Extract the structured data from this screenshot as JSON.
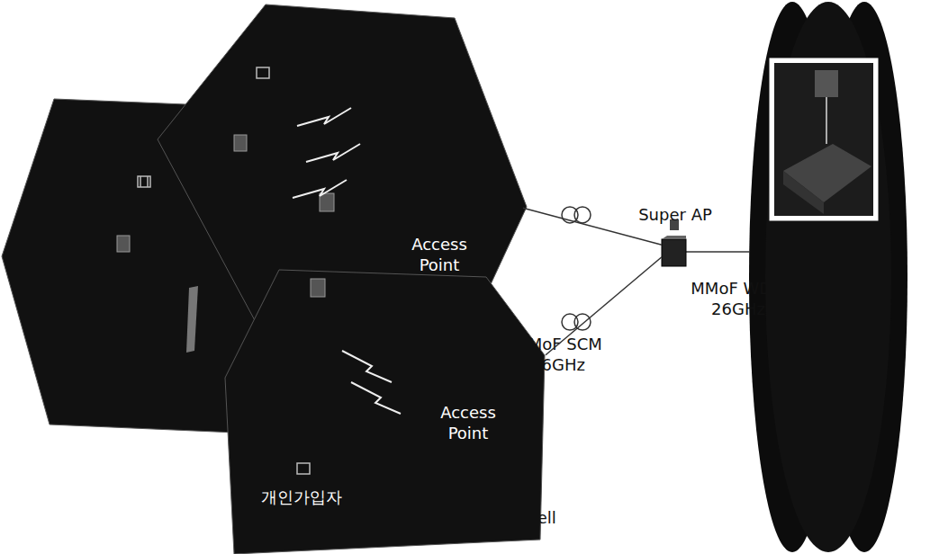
{
  "diagram": {
    "nodes": [
      {
        "text": [
          "Access Point"
        ]
      },
      {
        "text": [
          "Access Point",
          "개인가입자"
        ]
      },
      {
        "text": [
          "Super AP"
        ]
      }
    ],
    "edges": [
      {
        "from": 0,
        "to": 2,
        "arrow": "none"
      },
      {
        "from": 1,
        "to": 2,
        "label": "MMoF SCM 26GHz",
        "arrow": "none"
      }
    ],
    "labels": [
      "MMoF WDM 26GHz",
      "Pico Cell"
    ]
  }
}
